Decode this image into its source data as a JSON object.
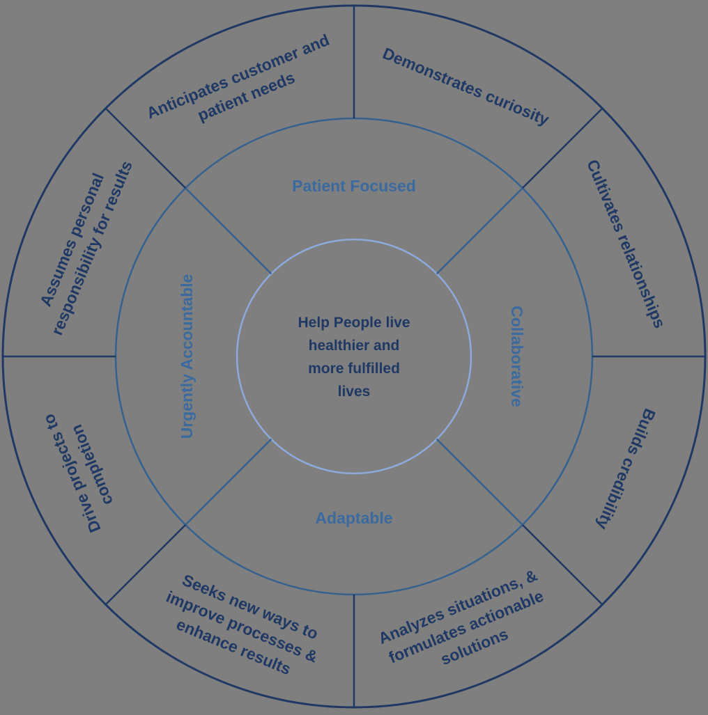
{
  "colors": {
    "background": "#7F7F7F",
    "outer_circle": "#1F3864",
    "outer_divider": "#1F3864",
    "middle_circle": "#35618E",
    "middle_divider": "#35618E",
    "inner_circle": "#8EAADB",
    "outer_label_text": "#1F3864",
    "middle_label_text": "#3A6A9E",
    "center_text": "#1F3864"
  },
  "center_statement": {
    "lines": [
      "Help People live",
      "healthier and",
      "more fulfilled",
      "lives"
    ]
  },
  "values": [
    {
      "id": "patient-focused",
      "label": "Patient Focused",
      "angle": 0,
      "rotation": 0,
      "radius": 245
    },
    {
      "id": "collaborative",
      "label": "Collaborative",
      "angle": 90,
      "rotation": 90,
      "radius": 234
    },
    {
      "id": "adaptable",
      "label": "Adaptable",
      "angle": 180,
      "rotation": 0,
      "radius": 232
    },
    {
      "id": "urgently-accountable",
      "label": "Urgently Accountable",
      "angle": 270,
      "rotation": -90,
      "radius": 240
    }
  ],
  "behaviors": [
    {
      "id": "anticipates-customer-and-patient-needs",
      "lines": [
        "Anticipates customer and",
        "patient needs"
      ],
      "angle": 337.5,
      "rotation": -22.5,
      "radius": 420
    },
    {
      "id": "demonstrates-curiosity",
      "lines": [
        "Demonstrates curiosity"
      ],
      "angle": 22.5,
      "rotation": 22.5,
      "radius": 420
    },
    {
      "id": "cultivates-relationships",
      "lines": [
        "Cultivates relationships"
      ],
      "angle": 67.5,
      "rotation": 67.5,
      "radius": 423
    },
    {
      "id": "builds-credibility",
      "lines": [
        "Builds credibility"
      ],
      "angle": 112.5,
      "rotation": 112.5,
      "radius": 423
    },
    {
      "id": "analyzes-situations",
      "lines": [
        "Analyzes situations, &",
        "formulates actionable",
        "solutions"
      ],
      "angle": 157.5,
      "rotation": -22.5,
      "radius": 420
    },
    {
      "id": "seeks-new-ways",
      "lines": [
        "Seeks new ways to",
        "improve processes &",
        "enhance results"
      ],
      "angle": 202.5,
      "rotation": 22.5,
      "radius": 420
    },
    {
      "id": "drive-projects-to-completion",
      "lines": [
        "Drive projects to",
        "completion"
      ],
      "angle": 247.5,
      "rotation": -112.5,
      "radius": 423
    },
    {
      "id": "assumes-personal-responsibility",
      "lines": [
        "Assumes personal",
        "responsibility for results"
      ],
      "angle": 292.5,
      "rotation": -67.5,
      "radius": 423
    }
  ],
  "ring_structure": {
    "outer_divider_angles": [
      0,
      45,
      90,
      135,
      180,
      225,
      270,
      315
    ],
    "middle_divider_angles": [
      45,
      135,
      225,
      315
    ]
  }
}
